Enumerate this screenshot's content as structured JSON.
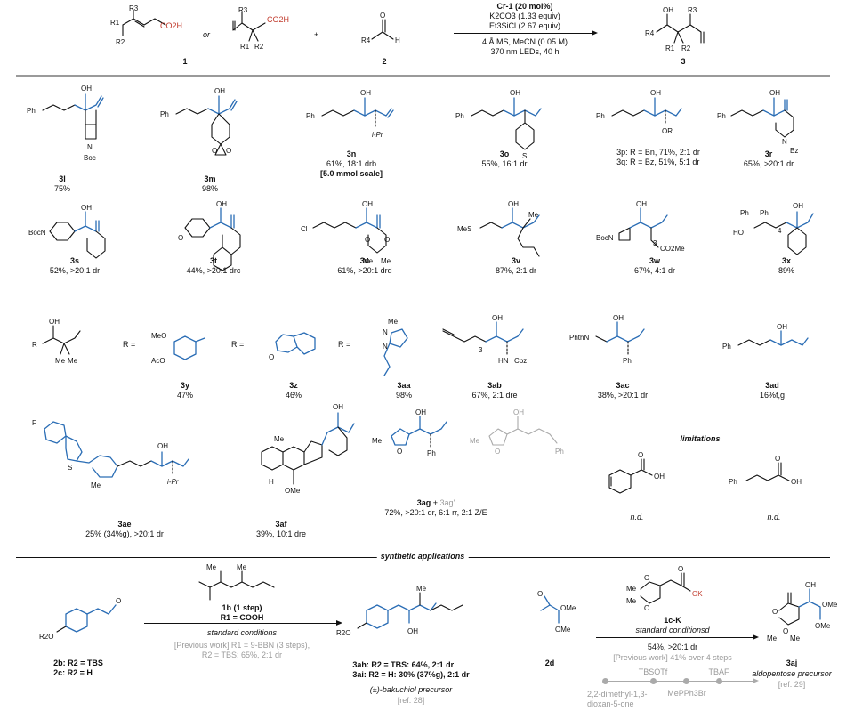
{
  "header": {
    "reactant1_label": "1",
    "reactant2_label": "2",
    "product_label": "3",
    "or_text": "or",
    "plus_text": "+",
    "cond_catalyst": "Cr-1 (20 mol%)",
    "cond_base": "K2CO3 (1.33 equiv)",
    "cond_silane": "Et3SiCl (2.67 equiv)",
    "cond_ms": "4 Å MS, MeCN (0.05 M)",
    "cond_light": "370 nm LEDs, 40 h",
    "r_labels": {
      "r1": "R1",
      "r2": "R2",
      "r3": "R3",
      "r4": "R4",
      "co2h": "CO2H",
      "oh": "OH",
      "h": "H",
      "o": "O"
    }
  },
  "row1": [
    {
      "id": "3l",
      "line1": "75%",
      "line2": ""
    },
    {
      "id": "3m",
      "line1": "98%",
      "line2": ""
    },
    {
      "id": "3n",
      "line1": "61%, 18:1 drb",
      "line2": "[5.0 mmol scale]"
    },
    {
      "id": "3o",
      "line1": "55%, 16:1 dr",
      "line2": ""
    },
    {
      "id": "3p: R = Bn, 71%, 2:1 dr",
      "line1": "3q: R = Bz, 51%, 5:1 dr",
      "line2": ""
    },
    {
      "id": "3r",
      "line1": "65%, >20:1 dr",
      "line2": ""
    }
  ],
  "row2": [
    {
      "id": "3s",
      "line1": "52%, >20:1 dr"
    },
    {
      "id": "3t",
      "line1": "44%, >20:1 drc"
    },
    {
      "id": "3u",
      "line1": "61%, >20:1 drd"
    },
    {
      "id": "3v",
      "line1": "87%, 2:1 dr"
    },
    {
      "id": "3w",
      "line1": "67%, 4:1 dr"
    },
    {
      "id": "3x",
      "line1": "89%"
    }
  ],
  "row3": [
    {
      "id": "3y",
      "line1": "47%"
    },
    {
      "id": "3z",
      "line1": "46%"
    },
    {
      "id": "3aa",
      "line1": "98%"
    },
    {
      "id": "3ab",
      "line1": "67%, 2:1 dre"
    },
    {
      "id": "3ac",
      "line1": "38%, >20:1 dr"
    },
    {
      "id": "3ad",
      "line1": "16%f,g"
    }
  ],
  "row4": [
    {
      "id": "3ae",
      "line1": "25% (34%g), >20:1 dr"
    },
    {
      "id": "3af",
      "line1": "39%, 10:1 dre"
    },
    {
      "id": "3ag",
      "id2": "3ag'",
      "plus": "+",
      "line1": "72%, >20:1 dr, 6:1 rr, 2:1 Z/E"
    }
  ],
  "r_equals": "R =",
  "limitations": {
    "title": "limitations",
    "items": [
      "n.d.",
      "n.d."
    ]
  },
  "applications": {
    "title": "synthetic applications",
    "sm1": "2b: R2 = TBS",
    "sm2": "2c: R2 = H",
    "reagent1_name": "1b (1 step)",
    "reagent1_sub": "R1 = COOH",
    "conditions1": "standard conditions",
    "prev1_a": "[Previous work] R1 = 9-BBN (3 steps),",
    "prev1_b": "R2 = TBS: 65%, 2:1 dr",
    "prod1_a": "3ah: R2 = TBS: 64%, 2:1 dr",
    "prod1_b": "3ai: R2 = H: 30% (37%g), 2:1 dr",
    "prod1_name": "(±)-bakuchiol precursor",
    "prod1_ref": "[ref. 28]",
    "sm3": "2d",
    "reagent2_name": "1c-K",
    "conditions2": "standard conditionsd",
    "yield2": "54%, >20:1 dr",
    "prev2": "[Previous work] 41% over 4 steps",
    "route_steps": [
      "TBSOTf",
      "MePPh3Br",
      "TBAF"
    ],
    "route_start": "2,2-dimethyl-1,3-dioxan-5-one",
    "prod2_id": "3aj",
    "prod2_name": "aldopentose precursor",
    "prod2_ref": "[ref. 29]",
    "ok_text": "OK"
  },
  "atom_labels": {
    "ph": "Ph",
    "n": "N",
    "boc": "Boc",
    "o": "O",
    "s": "S",
    "bz": "Bz",
    "ipr": "i-Pr",
    "or": "OR",
    "cl": "Cl",
    "me": "Me",
    "mes": "MeS",
    "co2me": "CO2Me",
    "ho": "HO",
    "meo": "MeO",
    "aco": "AcO",
    "phthn": "PhthN",
    "hn": "HN",
    "cbz": "Cbz",
    "f": "F",
    "ome": "OMe",
    "r2o": "R2O",
    "h": "H",
    "three": "3",
    "four": "4",
    "bocn": "BocN",
    "r": "R"
  }
}
